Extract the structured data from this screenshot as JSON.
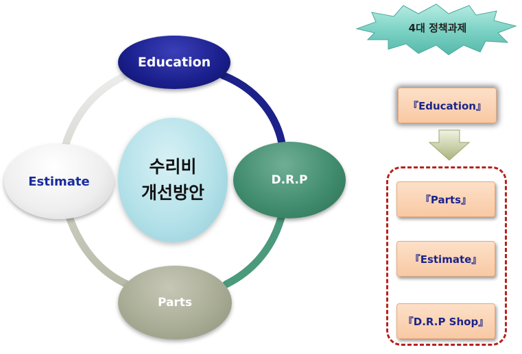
{
  "cycle": {
    "center_line1": "수리비",
    "center_line2": "개선방안",
    "nodes": {
      "education": "Education",
      "drp": "D.R.P",
      "parts": "Parts",
      "estimate": "Estimate"
    }
  },
  "policy": {
    "title": "4대 정책과제",
    "first": "『Education』",
    "group": [
      "『Parts』",
      "『Estimate』",
      "『D.R.P Shop』"
    ]
  },
  "colors": {
    "education": "#1a1f8c",
    "drp": "#3f8a6c",
    "parts": "#a7aa93",
    "estimate": "#eeeeee",
    "center": "#b4e1e9",
    "burst": "#7ed3c6",
    "arrow": "#c9d3a4",
    "box_fill": "#f8c9a4",
    "group_border": "#b4221c"
  }
}
